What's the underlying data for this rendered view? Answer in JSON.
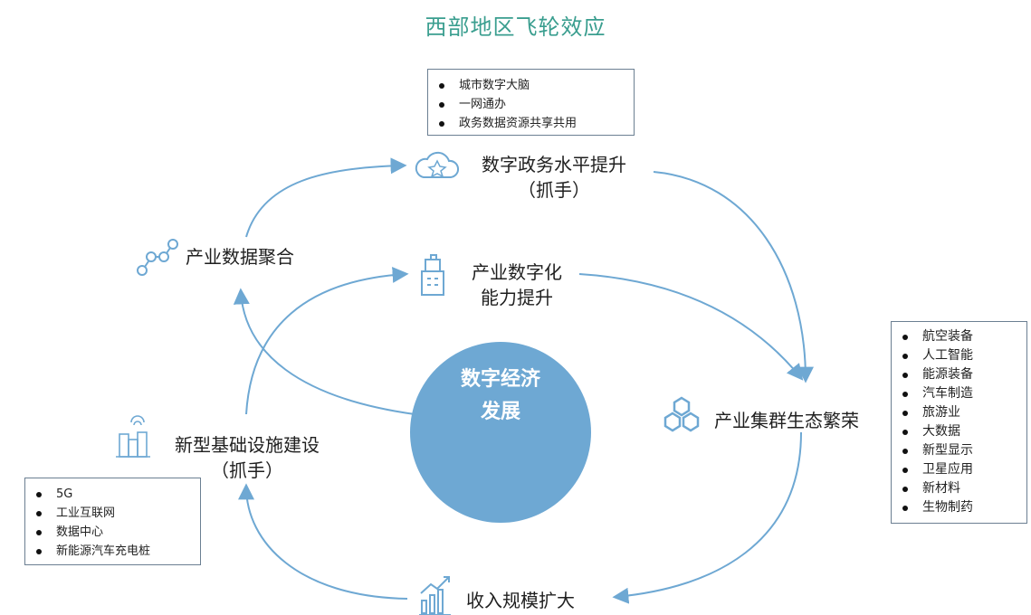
{
  "title": "西部地区飞轮效应",
  "center": {
    "line1": "数字经济",
    "line2": "发展"
  },
  "nodes": {
    "gov": {
      "line1": "数字政务水平提升",
      "line2": "（抓手）",
      "icon": "cloud-star-icon"
    },
    "industry_digital": {
      "line1": "产业数字化",
      "line2": "能力提升",
      "icon": "building-icon"
    },
    "data_aggregation": {
      "line1": "产业数据聚合",
      "icon": "network-nodes-icon"
    },
    "cluster": {
      "line1": "产业集群生态繁荣",
      "icon": "hexagon-cluster-icon"
    },
    "infrastructure": {
      "line1": "新型基础设施建设",
      "line2": "（抓手）",
      "icon": "city-signal-icon"
    },
    "income": {
      "line1": "收入规模扩大",
      "icon": "growth-chart-icon"
    }
  },
  "lists": {
    "gov_items": [
      "城市数字大脑",
      "一网通办",
      "政务数据资源共享共用"
    ],
    "cluster_items": [
      "航空装备",
      "人工智能",
      "能源装备",
      "汽车制造",
      "旅游业",
      "大数据",
      "新型显示",
      "卫星应用",
      "新材料",
      "生物制药"
    ],
    "infra_items": [
      "5G",
      "工业互联网",
      "数据中心",
      "新能源汽车充电桩"
    ]
  },
  "colors": {
    "accent": "#6ea8d3",
    "circle": "#6ea8d3",
    "title": "#3a9e8f",
    "border": "#6b7f92"
  }
}
